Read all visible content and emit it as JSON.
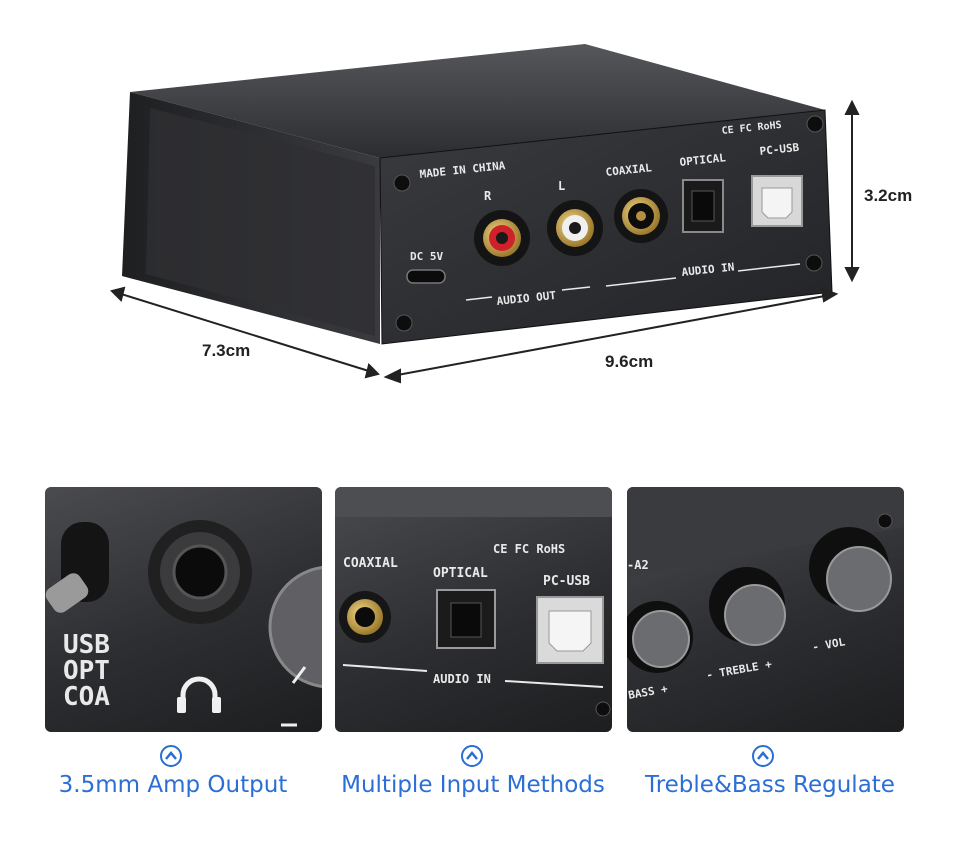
{
  "device": {
    "panel_labels": {
      "made_in": "MADE IN CHINA",
      "right": "R",
      "left": "L",
      "dc": "DC 5V",
      "audio_out": "AUDIO OUT",
      "coaxial": "COAXIAL",
      "optical": "OPTICAL",
      "pc_usb": "PC-USB",
      "audio_in": "AUDIO IN",
      "certifications": "CE FC RoHS"
    }
  },
  "dimensions": {
    "height": "3.2cm",
    "depth": "7.3cm",
    "width": "9.6cm"
  },
  "details": [
    {
      "caption": "3.5mm Amp Output",
      "labels": [
        "USB",
        "OPT",
        "COA"
      ]
    },
    {
      "caption": "Multiple Input Methods",
      "labels": [
        "COAXIAL",
        "OPTICAL",
        "PC-USB",
        "AUDIO IN",
        "CE FC RoHS"
      ]
    },
    {
      "caption": "Treble&Bass Regulate",
      "labels": [
        "-A2",
        "BASS +",
        "- TREBLE +",
        "- VOL"
      ]
    }
  ],
  "colors": {
    "accent": "#2b6fd6",
    "device_body": "#2a2b2e",
    "rca_red": "#d0202a",
    "rca_white": "#f0f0f0"
  }
}
